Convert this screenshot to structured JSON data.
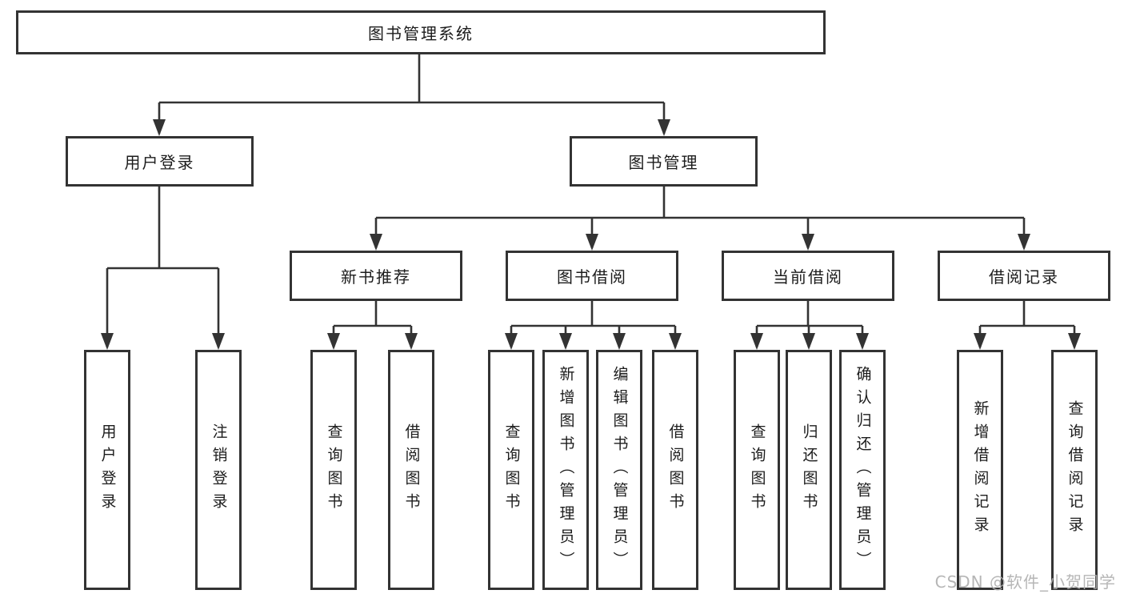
{
  "diagram": {
    "root": {
      "label": "图书管理系统"
    },
    "level2": [
      {
        "label": "用户登录"
      },
      {
        "label": "图书管理"
      }
    ],
    "level3": [
      {
        "label": "新书推荐"
      },
      {
        "label": "图书借阅"
      },
      {
        "label": "当前借阅"
      },
      {
        "label": "借阅记录"
      }
    ],
    "leaves": [
      {
        "label": "用户登录",
        "parent": "用户登录"
      },
      {
        "label": "注销登录",
        "parent": "用户登录"
      },
      {
        "label": "查询图书",
        "parent": "新书推荐"
      },
      {
        "label": "借阅图书",
        "parent": "新书推荐"
      },
      {
        "label": "查询图书",
        "parent": "图书借阅"
      },
      {
        "label": "新增图书（管理员）",
        "parent": "图书借阅"
      },
      {
        "label": "编辑图书（管理员）",
        "parent": "图书借阅"
      },
      {
        "label": "借阅图书",
        "parent": "图书借阅"
      },
      {
        "label": "查询图书",
        "parent": "当前借阅"
      },
      {
        "label": "归还图书",
        "parent": "当前借阅"
      },
      {
        "label": "确认归还（管理员）",
        "parent": "当前借阅"
      },
      {
        "label": "新增借阅记录",
        "parent": "借阅记录"
      },
      {
        "label": "查询借阅记录",
        "parent": "借阅记录"
      }
    ]
  },
  "watermark": {
    "text": "CSDN @软件_小贺同学"
  },
  "colors": {
    "line": "#333333",
    "border": "#333333",
    "text": "#1c1c1c",
    "background": "#ffffff",
    "watermark": "#b0b0b0"
  }
}
